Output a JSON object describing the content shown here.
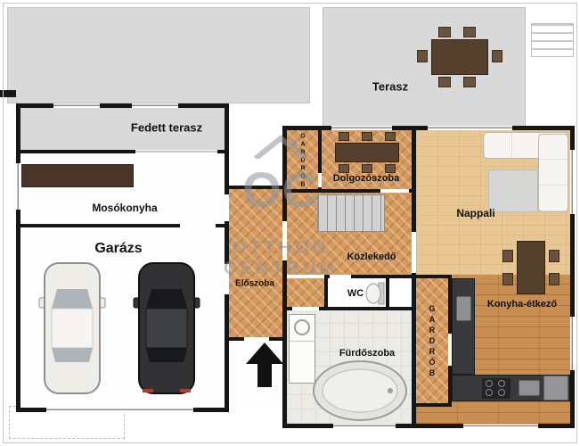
{
  "plan": {
    "rooms": {
      "fedett_terasz": "Fedett terasz",
      "mosokonyha": "Mosókonyha",
      "garazs": "Garázs",
      "terasz": "Terasz",
      "dolgozoszoba": "Dolgozószoba",
      "gardrob_felso": "GARDRÓB",
      "kozlekedo": "Közlekedő",
      "eloszoba": "Előszoba",
      "wc": "WC",
      "furdoszoba": "Fürdőszoba",
      "nappali": "Nappali",
      "konyha_etkezo": "Konyha-étkező",
      "gardrob_jobb": "GARDRÓB"
    },
    "watermark": {
      "logo": "OC",
      "line1": "OTTHON",
      "line2": "CENTRUM"
    },
    "colors": {
      "outdoor": "#d9d9d9",
      "herringbone_parquet": "#d49a60",
      "living_room_floor": "#e8c795",
      "kitchen_floor": "#c98e52",
      "wall": "#161616",
      "watermark": "#8d939a",
      "furniture_wood": "#55402e"
    },
    "icons": {
      "entrance_arrow": "black up arrow marking the main entrance",
      "house_roof_logo": "roof outline above watermark letters"
    }
  }
}
